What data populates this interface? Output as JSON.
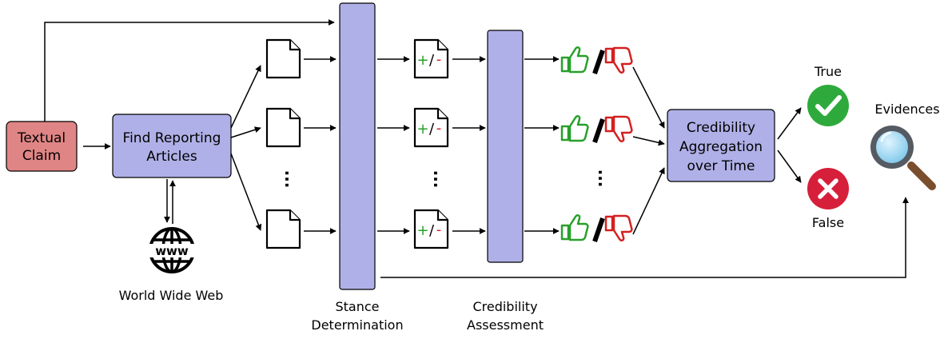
{
  "nodes": {
    "claim": [
      "Textual",
      "Claim"
    ],
    "find": [
      "Find Reporting",
      "Articles"
    ],
    "web": "World Wide Web",
    "stance": [
      "Stance",
      "Determination"
    ],
    "credibility": [
      "Credibility",
      "Assessment"
    ],
    "aggregation": [
      "Credibility",
      "Aggregation",
      "over Time"
    ],
    "true_label": "True",
    "false_label": "False",
    "evidences": "Evidences"
  },
  "stance_mark": {
    "plus": "+",
    "slash": "/",
    "minus": "-"
  },
  "www_text": "www",
  "ellipsis": "···",
  "colors": {
    "claim_fill": "#e08585",
    "box_fill": "#b0b0e8",
    "up_green": "#27a02a",
    "down_red": "#d42020",
    "true_green": "#2eaa3c",
    "false_red": "#d61f3a"
  },
  "icons": [
    "document-icon",
    "stance-document-icon",
    "thumbs-up-icon",
    "thumbs-down-icon",
    "globe-icon",
    "check-icon",
    "cross-icon",
    "magnifier-icon"
  ]
}
